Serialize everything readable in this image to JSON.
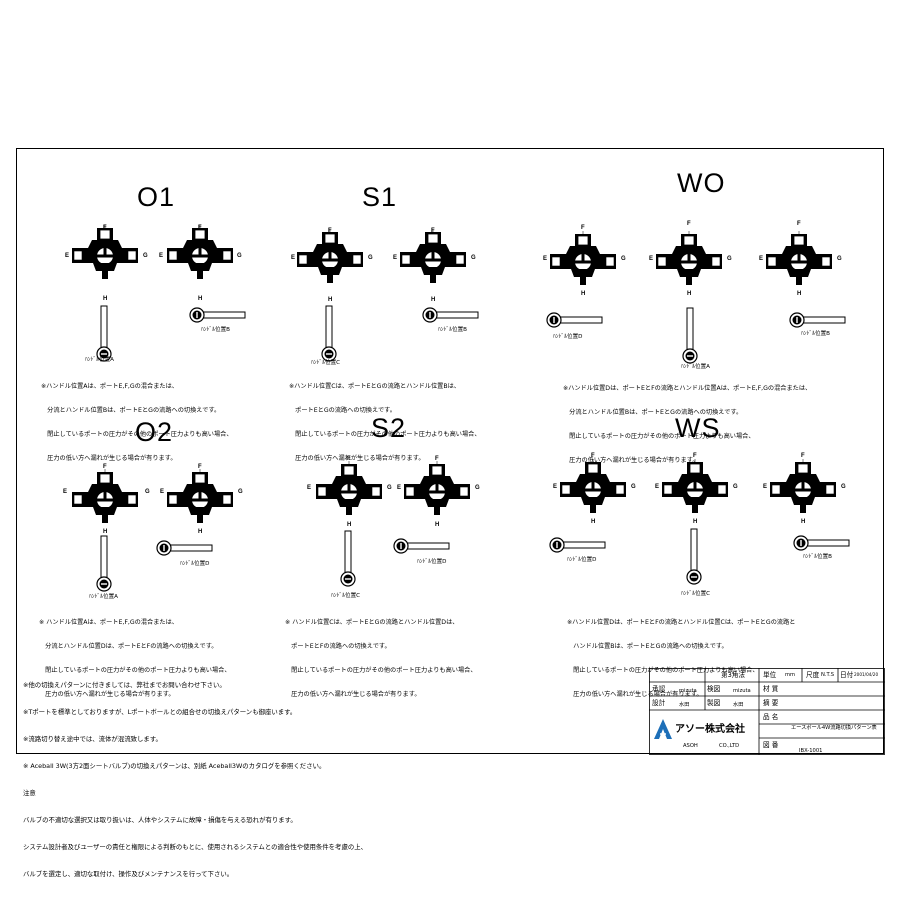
{
  "patterns": [
    {
      "id": "O1",
      "title": "O1"
    },
    {
      "id": "S1",
      "title": "S1"
    },
    {
      "id": "WO",
      "title": "WO"
    },
    {
      "id": "O2",
      "title": "O2"
    },
    {
      "id": "S2",
      "title": "S2"
    },
    {
      "id": "WS",
      "title": "WS"
    }
  ],
  "port_labels": {
    "e": "E",
    "f": "F",
    "g": "G",
    "h": "H"
  },
  "handle_labels": {
    "a": "ﾊﾝﾄﾞﾙ位置A",
    "b": "ﾊﾝﾄﾞﾙ位置B",
    "c": "ﾊﾝﾄﾞﾙ位置C",
    "d": "ﾊﾝﾄﾞﾙ位置D"
  },
  "pattern_notes": {
    "o1": [
      "※ハンドル位置Aは、ポートE,F,Gの混合または、",
      "　分流とハンドル位置Bは、ポートEとGの流路への切換えです。",
      "　閉止しているポートの圧力がその他のポート圧力よりも高い場合、",
      "　圧力の低い方へ漏れが生じる場合が有ります。"
    ],
    "s1": [
      "※ハンドル位置Cは、ポートEとGの流路とハンドル位置Bは、",
      "　ポートEとGの流路への切換えです。",
      "　閉止しているポートの圧力がその他のポート圧力よりも高い場合、",
      "　圧力の低い方へ漏れが生じる場合が有ります。"
    ],
    "wo": [
      "※ハンドル位置Dは、ポートEとFの流路とハンドル位置Aは、ポートE,F,Gの混合または、",
      "　分流とハンドル位置Bは、ポートEとGの流路への切換えです。",
      "　閉止しているポートの圧力がその他のポート圧力よりも高い場合、",
      "　圧力の低い方へ漏れが生じる場合が有ります。"
    ],
    "o2": [
      "※ ハンドル位置Aは、ポートE,F,Gの混合または、",
      "　分流とハンドル位置Dは、ポートEとFの流路への切換えです。",
      "　閉止しているポートの圧力がその他のポート圧力よりも高い場合、",
      "　圧力の低い方へ漏れが生じる場合が有ります。"
    ],
    "s2": [
      "※ ハンドル位置Cは、ポートEとGの流路とハンドル位置Dは、",
      "　ポートEとFの流路への切換えです。",
      "　閉止しているポートの圧力がその他のポート圧力よりも高い場合、",
      "　圧力の低い方へ漏れが生じる場合が有ります。"
    ],
    "ws": [
      "※ハンドル位置Dは、ポートEとFの流路とハンドル位置Cは、ポートEとGの流路と",
      "　ハンドル位置Bは、ポートEとGの流路への切換えです。",
      "　閉止しているポートの圧力がその他のポート圧力よりも高い場合、",
      "　圧力の低い方へ漏れが生じる場合が有ります。"
    ]
  },
  "general_notes": [
    "※他の切換えパターンに付きましては、弊社までお問い合わせ下さい。",
    "※Tポートを標準としておりますが、Lポートボールとの組合せの切換えパターンも御座います。",
    "※流路切り替え途中では、流体が混流致します。",
    "※ Aceball 3W(3方2面シートバルブ)の切換えパターンは、別紙 Aceball3Wのカタログを参照ください。",
    "注意",
    "バルブの不適切な選択又は取り扱いは、人体やシステムに故障・損傷を与える恐れが有ります。",
    "システム設計者及びユーザーの責任と権限による判断のもとに、使用されるシステムとの適合性や使用条件を考慮の上、",
    "バルブを選定し、適切な取付け、操作及びメンテナンスを行って下さい。"
  ],
  "title_block": {
    "projection": "第3角法",
    "unit_label": "単位",
    "unit": "mm",
    "scale_label": "尺度",
    "scale": "N.T.S",
    "date_label": "日付",
    "date": "2001/04/20",
    "approved_label": "承認",
    "approved": "mizuta",
    "checked_label": "検図",
    "checked": "mizuta",
    "material_label": "材 質",
    "designed_label": "設計",
    "designed": "水田",
    "drawn_label": "製図",
    "drawn": "水田",
    "remarks_label": "摘 要",
    "name_label": "品 名",
    "name": "エースボール4W流路切換パターン表",
    "company": "アソー株式会社",
    "company_en_1": "ASOH",
    "company_en_2": "CO.,LTD",
    "drawing_no_label": "図 番",
    "drawing_no": "IBX-1001"
  }
}
